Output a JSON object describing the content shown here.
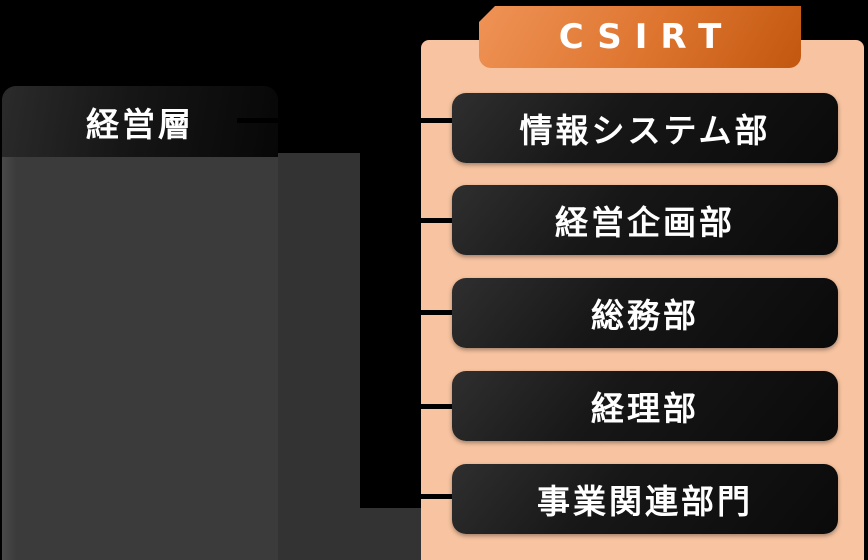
{
  "diagram": {
    "management": {
      "label": "経営層"
    },
    "csirt": {
      "label": "CSIRT"
    },
    "departments": [
      {
        "label": "情報システム部"
      },
      {
        "label": "経営企画部"
      },
      {
        "label": "総務部"
      },
      {
        "label": "経理部"
      },
      {
        "label": "事業関連部門"
      }
    ],
    "colors": {
      "background": "#000000",
      "panel_peach": "#F7C3A0",
      "banner_orange_start": "#EF9356",
      "banner_orange_end": "#C2580F",
      "dept_box_dark_start": "#2F2F2F",
      "dept_box_dark_end": "#0A0A0A",
      "management_body_gray": "#3B3B3B",
      "management_column_gray": "#333333",
      "connector": "#000000",
      "text": "#FFFFFF"
    }
  }
}
